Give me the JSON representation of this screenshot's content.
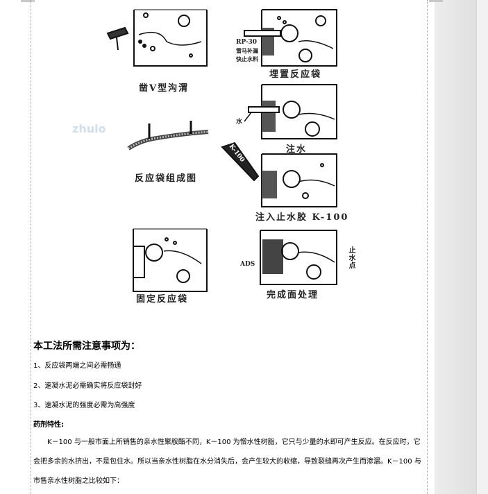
{
  "figure": {
    "captions": {
      "v_groove": "凿V型沟渭",
      "bury_bag": "埋置反应袋",
      "bag_assembly": "反应袋组成图",
      "inject_water": "注水",
      "inject_sealant": "注入止水胶 K-100",
      "fix_bag": "固定反应袋",
      "finish_surface": "完成面处理",
      "stop_point": "止水点"
    },
    "labels": {
      "rp30": "RP-30",
      "rp30_desc1": "雷马补漏",
      "rp30_desc2": "快止水料",
      "water": "水",
      "k100": "K-100",
      "ads": "ADS"
    },
    "watermark": "zhulo"
  },
  "doc": {
    "heading": "本工法所需注意事项为：",
    "notes": [
      "1、反应袋两端之间必需畅通",
      "2、速凝水泥必需确实将反应袋封好",
      "3、速凝水泥的强度必需为高强度"
    ],
    "subhead": "药剂特性:",
    "paragraph": "K－100 与一般市面上所销售的亲水性聚胺酯不同，K－100 为憎水性树脂，它只与少量的水即可产生反应。在反应时，它会把多余的水挤出，不是包住水。所以当亲水性树脂在水分消失后，会产生较大的收缩，导致裂缝再次产生而渗漏。K－100 与市售亲水性树脂之比较如下："
  }
}
